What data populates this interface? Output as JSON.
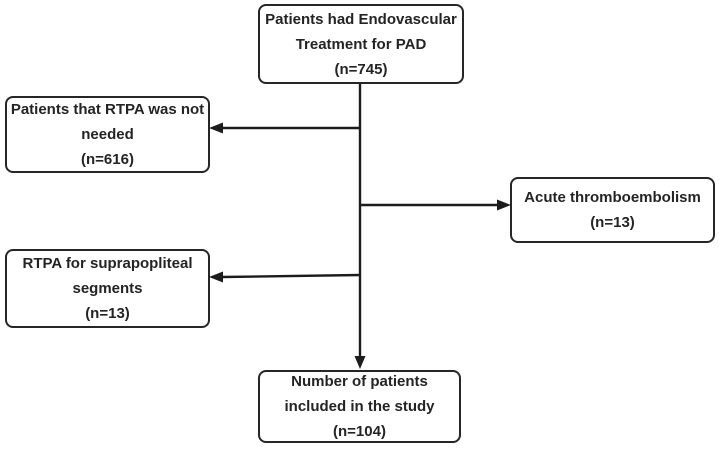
{
  "diagram": {
    "type": "flowchart",
    "background_color": "#ffffff",
    "box_fill_color": "#ffffff",
    "box_border_color": "#262626",
    "line_color": "#1c1c1c",
    "text_color": "#242424",
    "nodes": {
      "total": {
        "lines": [
          "Patients had Endovascular",
          "Treatment for PAD",
          "(n=745)"
        ],
        "n": 745
      },
      "rtpa_not_needed": {
        "lines": [
          "Patients that RTPA was not",
          "needed",
          "(n=616)"
        ],
        "n": 616
      },
      "acute_thromboembolism": {
        "lines": [
          "Acute thromboembolism",
          "(n=13)"
        ],
        "n": 13
      },
      "rtpa_suprapopliteal": {
        "lines": [
          "RTPA for suprapopliteal",
          "segments",
          "(n=13)"
        ],
        "n": 13
      },
      "included": {
        "lines": [
          "Number of patients",
          "included in the study",
          "(n=104)"
        ],
        "n": 104
      }
    },
    "edges": [
      {
        "from": "total",
        "to": "rtpa_not_needed",
        "direction": "left"
      },
      {
        "from": "total",
        "to": "acute_thromboembolism",
        "direction": "right"
      },
      {
        "from": "total",
        "to": "rtpa_suprapopliteal",
        "direction": "left"
      },
      {
        "from": "total",
        "to": "included",
        "direction": "down"
      }
    ]
  }
}
